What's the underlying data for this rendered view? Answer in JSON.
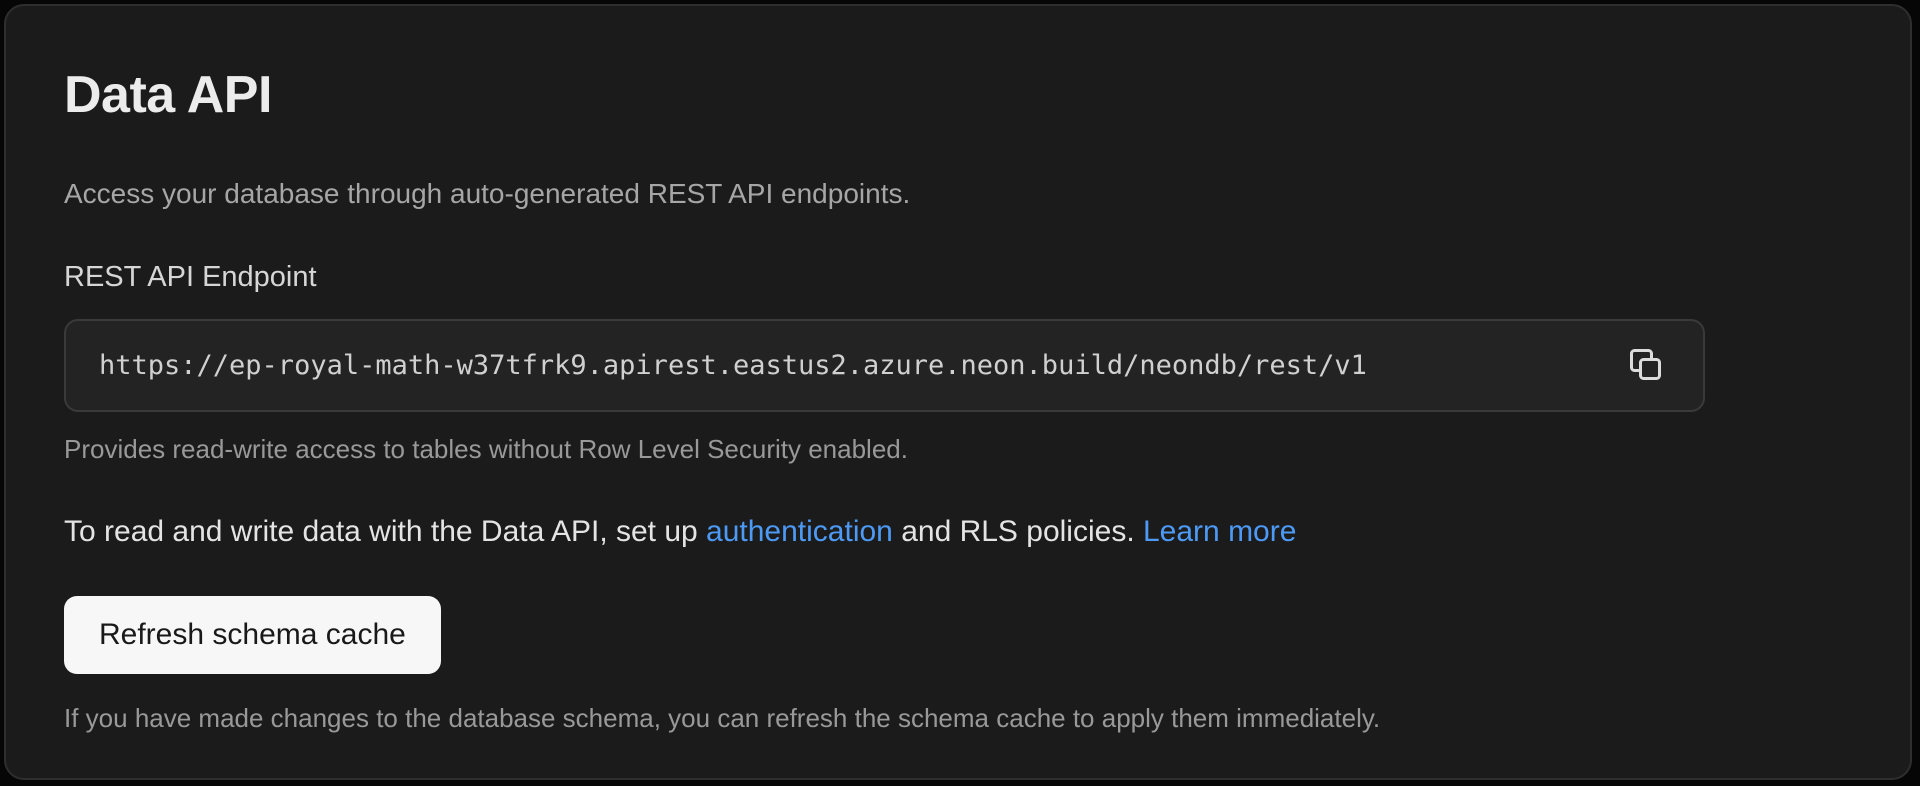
{
  "card": {
    "title": "Data API",
    "subtitle": "Access your database through auto-generated REST API endpoints.",
    "endpoint": {
      "label": "REST API Endpoint",
      "url": "https://ep-royal-math-w37tfrk9.apirest.eastus2.azure.neon.build/neondb/rest/v1",
      "copy_icon": "copy-icon",
      "helper": "Provides read-write access to tables without Row Level Security enabled."
    },
    "rls_note": {
      "prefix": "To read and write data with the Data API, set up ",
      "auth_link": "authentication",
      "middle": " and RLS policies. ",
      "learn_more_link": "Learn more"
    },
    "refresh": {
      "button_label": "Refresh schema cache",
      "helper": "If you have made changes to the database schema, you can refresh the schema cache to apply them immediately."
    },
    "colors": {
      "page_bg": "#060606",
      "card_bg": "#1b1b1b",
      "card_border": "#2e2e2e",
      "field_bg": "#232323",
      "field_border": "#3a3a3a",
      "link": "#4d9af6",
      "button_bg": "#f7f7f7",
      "button_text": "#191919"
    }
  }
}
